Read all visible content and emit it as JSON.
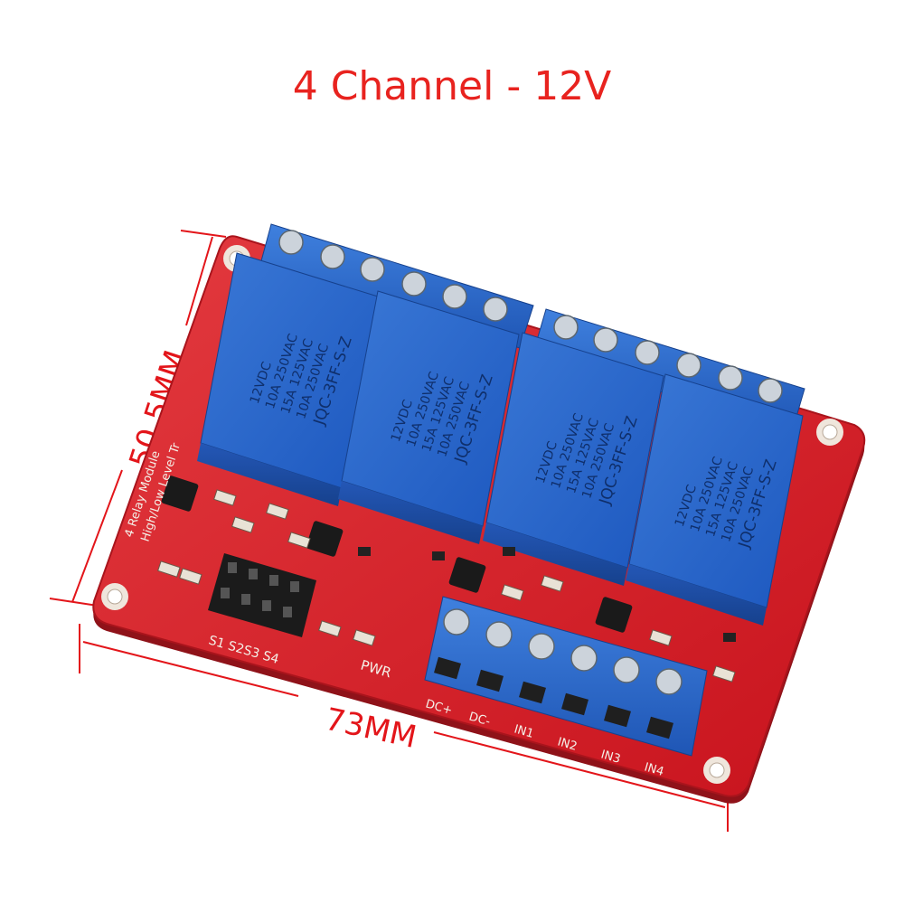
{
  "title": "4 Channel - 12V",
  "dimensions": {
    "height": "50.5MM",
    "width": "73MM"
  },
  "relay": {
    "line1": "12VDC",
    "line2": "10A 250VAC",
    "line3": "15A 125VAC",
    "line4": "10A 250VAC",
    "model": "JQC-3FF-S-Z"
  },
  "board": {
    "silk1": "4 Relay Module",
    "silk2": "High/Low Level Tr",
    "pwr": "PWR",
    "jumpers": "S1 S2S3 S4",
    "terminals": [
      "DC+",
      "DC-",
      "IN1",
      "IN2",
      "IN3",
      "IN4"
    ]
  },
  "colors": {
    "title": "#e8231f",
    "pcb": "#d8202a",
    "relay": "#1f5fc6",
    "terminal": "#2a6ad1",
    "dimension": "#e3151a"
  }
}
